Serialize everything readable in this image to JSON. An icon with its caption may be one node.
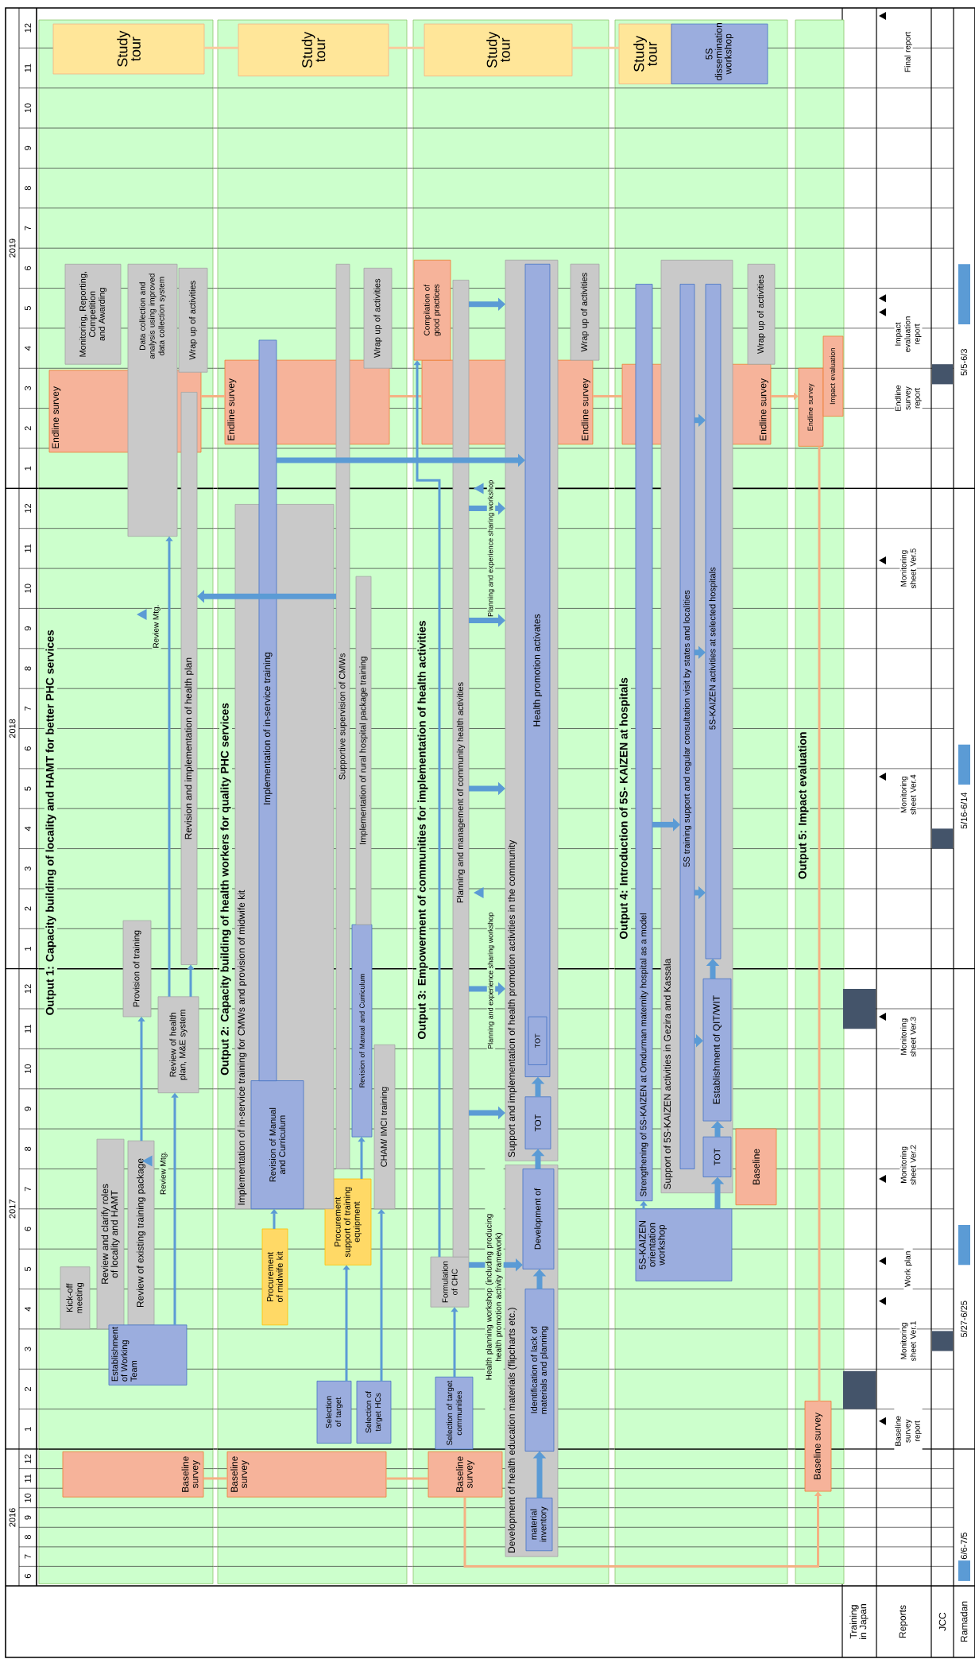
{
  "diagram": {
    "nodes": [
      {
        "text": [
          "Output 1: Capacity building of locality and HAMT for better PHC services"
        ]
      },
      {
        "text": [
          "Baseline survey"
        ],
        "in": 0
      },
      {
        "text": [
          "Kick-off meeting"
        ],
        "in": 0
      },
      {
        "text": [
          "Review and clarify roles of locality and HAMT"
        ],
        "in": 0
      },
      {
        "text": [
          "Review of existing training package"
        ],
        "in": 0
      },
      {
        "text": [
          "Establishment of Working Team"
        ],
        "in": 0
      },
      {
        "text": [
          "Provision of training"
        ],
        "in": 0
      },
      {
        "text": [
          "Review of health plan, M&E system"
        ],
        "in": 0
      },
      {
        "text": [
          "Endline survey"
        ],
        "in": 0
      },
      {
        "text": [
          "Revision and implementation of health plan"
        ],
        "in": 0
      },
      {
        "text": [
          "Data collection and analysis using improved data collection system"
        ],
        "in": 0
      },
      {
        "text": [
          "Monitoring, Reporting, Competition and Awarding"
        ],
        "in": 0
      },
      {
        "text": [
          "Wrap up of activities"
        ],
        "in": 0
      },
      {
        "text": [
          "Study tour"
        ],
        "in": 0
      },
      {
        "text": [
          "Output 2: Capacity building of health workers for quality PHC services"
        ]
      },
      {
        "text": [
          "Baseline survey"
        ],
        "in": 14
      },
      {
        "text": [
          "Endline survey"
        ],
        "in": 14
      },
      {
        "text": [
          "Selection of target"
        ],
        "in": 14
      },
      {
        "text": [
          "Selection of target HCs"
        ],
        "in": 14
      },
      {
        "text": [
          "Procurement of midwife kit"
        ],
        "in": 14
      },
      {
        "text": [
          "Procurement support of training equipment"
        ],
        "in": 14
      },
      {
        "text": [
          "Implementation of in-service training for CMWs and provision of midwife kit"
        ],
        "in": 14
      },
      {
        "text": [
          "Revision of Manual and Curriculum"
        ],
        "in": 21
      },
      {
        "text": [
          "Implementation of in-service training"
        ],
        "in": 14
      },
      {
        "text": [
          "CHAM/ IMCI training"
        ],
        "in": 14
      },
      {
        "text": [
          "Revision of Manual and Curriculum"
        ],
        "in": 14
      },
      {
        "text": [
          "Supportive supervision of CMWs"
        ],
        "in": 14
      },
      {
        "text": [
          "Implementation of rural hospital package training"
        ],
        "in": 14
      },
      {
        "text": [
          "Wrap up of activities"
        ],
        "in": 14
      },
      {
        "text": [
          "Study tour"
        ],
        "in": 14
      },
      {
        "text": [
          "Output 3: Empowerment of communities for implementation of health activities"
        ]
      },
      {
        "text": [
          "Baseline survey"
        ],
        "in": 30
      },
      {
        "text": [
          "Development of health education materials (flipcharts etc.)"
        ],
        "in": 30
      },
      {
        "text": [
          "material inventory"
        ],
        "in": 32
      },
      {
        "text": [
          "Identification of lack of materials and planning"
        ],
        "in": 32
      },
      {
        "text": [
          "Development of"
        ],
        "in": 32
      },
      {
        "text": [
          "Selection of target communities"
        ],
        "in": 30
      },
      {
        "text": [
          "Endline survey"
        ],
        "in": 30
      },
      {
        "text": [
          "Formulation of CHC"
        ],
        "in": 30
      },
      {
        "text": [
          "Planning and management of community health activities"
        ],
        "in": 30
      },
      {
        "text": [
          "Support and implementation of health promotion activities in the community"
        ],
        "in": 30
      },
      {
        "text": [
          "TOT"
        ],
        "in": 40
      },
      {
        "text": [
          "Health promotion activates"
        ],
        "in": 40
      },
      {
        "text": [
          "TOT"
        ],
        "in": 42
      },
      {
        "text": [
          "Compilation of good practices"
        ],
        "in": 30
      },
      {
        "text": [
          "Wrap up of activities"
        ],
        "in": 30
      },
      {
        "text": [
          "Study tour"
        ],
        "in": 30
      },
      {
        "text": [
          "Output 4: Introduction of 5S- KAIZEN at hospitals"
        ]
      },
      {
        "text": [
          "5S-KAIZEN orientation workshop"
        ],
        "in": 47
      },
      {
        "text": [
          "Baseline"
        ],
        "in": 47
      },
      {
        "text": [
          "Endline survey"
        ],
        "in": 47
      },
      {
        "text": [
          "Strengthening of 5S-KAIZEN at Omdurman maternity hospital as a model"
        ],
        "in": 47
      },
      {
        "text": [
          "Support of 5S-KAIZEN activities in Gezira and Kassala"
        ],
        "in": 47
      },
      {
        "text": [
          "TOT"
        ],
        "in": 52
      },
      {
        "text": [
          "Establishment of QIT/WIT"
        ],
        "in": 52
      },
      {
        "text": [
          "5S training support and regular consultation visit by states and localities"
        ],
        "in": 52
      },
      {
        "text": [
          "5S-KAIZEN activities at selected hospitals"
        ],
        "in": 52
      },
      {
        "text": [
          "Wrap up of activities"
        ],
        "in": 47
      },
      {
        "text": [
          "Study tour"
        ],
        "in": 47
      },
      {
        "text": [
          "5S dissemination workshop"
        ],
        "in": 47
      },
      {
        "text": [
          "Output 5: Impact evaluation"
        ]
      },
      {
        "text": [
          "Baseline survey"
        ],
        "in": 60
      },
      {
        "text": [
          "Endline survey"
        ],
        "in": 60
      },
      {
        "text": [
          "Impact evaluation"
        ],
        "in": 60
      }
    ],
    "edges": [
      {
        "from": 1,
        "to": 15,
        "arrow": "none",
        "color": "#f4b183"
      },
      {
        "from": 15,
        "to": 31,
        "arrow": "none",
        "color": "#f4b183"
      },
      {
        "from": 31,
        "to": 61,
        "arrow": "to",
        "color": "#f4b183"
      },
      {
        "from": 8,
        "to": 16,
        "arrow": "none",
        "color": "#f4b183"
      },
      {
        "from": 16,
        "to": 37,
        "arrow": "none",
        "color": "#f4b183"
      },
      {
        "from": 37,
        "to": 50,
        "arrow": "none",
        "color": "#f4b183"
      },
      {
        "from": 50,
        "to": 62,
        "arrow": "to",
        "color": "#f4b183"
      },
      {
        "from": 13,
        "to": 29,
        "arrow": "none",
        "color": "#f9cb9c"
      },
      {
        "from": 29,
        "to": 46,
        "arrow": "none",
        "color": "#f9cb9c"
      },
      {
        "from": 46,
        "to": 58,
        "arrow": "none",
        "color": "#f9cb9c"
      },
      {
        "from": 61,
        "to": 62,
        "arrow": "none",
        "color": "#f4b183"
      },
      {
        "from": 5,
        "to": 7,
        "arrow": "to"
      },
      {
        "from": 4,
        "to": 6,
        "arrow": "to"
      },
      {
        "from": 7,
        "to": 10,
        "arrow": "to"
      },
      {
        "from": 7,
        "to": 9,
        "arrow": "to"
      },
      {
        "from": 26,
        "to": 9,
        "arrow": "to",
        "style": "thick"
      },
      {
        "from": 23,
        "to": 42,
        "arrow": "to",
        "style": "thick"
      },
      {
        "from": 19,
        "to": 22,
        "arrow": "to"
      },
      {
        "from": 17,
        "to": 20,
        "arrow": "to"
      },
      {
        "from": 18,
        "to": 24,
        "arrow": "to"
      },
      {
        "from": 20,
        "to": 25,
        "arrow": "to"
      },
      {
        "from": 36,
        "to": 38,
        "arrow": "to"
      },
      {
        "from": 38,
        "to": 44,
        "arrow": "to"
      },
      {
        "from": 38,
        "to": 35,
        "arrow": "to",
        "style": "thick"
      },
      {
        "from": 39,
        "to": 40,
        "arrow": "to",
        "style": "thick"
      },
      {
        "from": 39,
        "to": 40,
        "arrow": "to",
        "style": "thick"
      },
      {
        "from": 39,
        "to": 40,
        "arrow": "to",
        "style": "thick"
      },
      {
        "from": 39,
        "to": 40,
        "arrow": "to",
        "style": "thick"
      },
      {
        "from": 39,
        "to": 40,
        "arrow": "to",
        "style": "thick"
      },
      {
        "from": 39,
        "to": 40,
        "arrow": "to",
        "style": "thick"
      },
      {
        "from": 33,
        "to": 34,
        "arrow": "to",
        "style": "thick"
      },
      {
        "from": 34,
        "to": 35,
        "arrow": "to",
        "style": "thick"
      },
      {
        "from": 35,
        "to": 41,
        "arrow": "to",
        "style": "thick"
      },
      {
        "from": 41,
        "to": 42,
        "arrow": "to",
        "style": "thick"
      },
      {
        "from": 48,
        "to": 51,
        "arrow": "to"
      },
      {
        "from": 48,
        "to": 53,
        "arrow": "to",
        "style": "thick"
      },
      {
        "from": 53,
        "to": 54,
        "arrow": "to",
        "style": "thick"
      },
      {
        "from": 54,
        "to": 56,
        "arrow": "to",
        "style": "thick"
      },
      {
        "from": 51,
        "to": 55,
        "arrow": "to",
        "style": "thick"
      },
      {
        "from": 55,
        "to": 54,
        "arrow": "to",
        "style": "thick"
      },
      {
        "from": 55,
        "to": 56,
        "arrow": "to",
        "style": "thick"
      },
      {
        "from": 55,
        "to": 56,
        "arrow": "to",
        "style": "thick"
      },
      {
        "from": 55,
        "to": 56,
        "arrow": "to",
        "style": "thick"
      }
    ],
    "labels": [
      "2016",
      "6",
      "7",
      "8",
      "9",
      "10",
      "11",
      "12",
      "2017",
      "1",
      "2",
      "3",
      "4",
      "5",
      "6",
      "7",
      "8",
      "9",
      "10",
      "11",
      "12",
      "2018",
      "1",
      "2",
      "3",
      "4",
      "5",
      "6",
      "7",
      "8",
      "9",
      "10",
      "11",
      "12",
      "2019",
      "1",
      "2",
      "3",
      "4",
      "5",
      "6",
      "7",
      "8",
      "9",
      "10",
      "11",
      "12",
      "Review Mtg.",
      "Review Mtg.",
      "Health planning workshop (including producing health promotion activity framework)",
      "Planning and experience sharing workshop",
      "Planning and experience sharing workshop",
      "Training in Japan",
      "Reports",
      "JCC",
      "Ramadan",
      "Baseline survey report",
      "Monitoring sheet Ver.1",
      "Work plan",
      "Monitoring sheet Ver.2",
      "Monitoring sheet Ver.3",
      "Monitoring sheet Ver.4",
      "Monitoring sheet Ver.5",
      "Endline survey report",
      "Impact evaluation report",
      "Final report",
      "6/6-7/5",
      "5/27-6/25",
      "5/16-6/14",
      "5/5-6/3"
    ]
  }
}
